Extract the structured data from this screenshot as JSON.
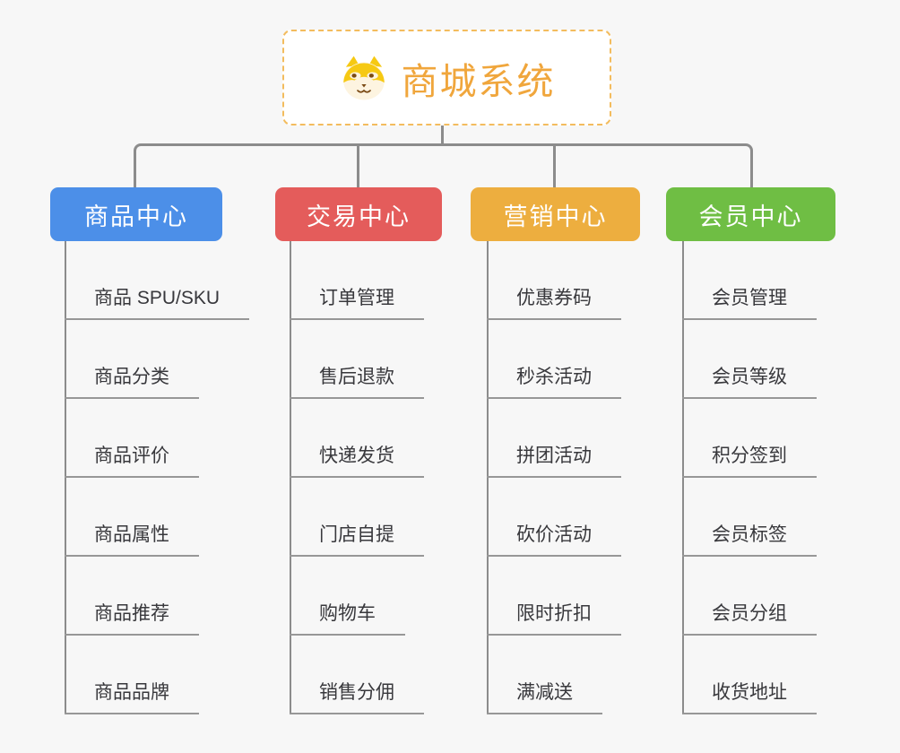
{
  "page": {
    "background": "#f7f7f7",
    "connector_color": "#8c8c8c"
  },
  "root": {
    "title": "商城系统",
    "icon": "shiba-dog-icon",
    "text_color": "#f0a63c",
    "border_color": "#f3bc5e"
  },
  "branches": [
    {
      "label": "商品中心",
      "color": "#4c8fe8",
      "children": [
        "商品 SPU/SKU",
        "商品分类",
        "商品评价",
        "商品属性",
        "商品推荐",
        "商品品牌"
      ]
    },
    {
      "label": "交易中心",
      "color": "#e45c5b",
      "children": [
        "订单管理",
        "售后退款",
        "快递发货",
        "门店自提",
        "购物车",
        "销售分佣"
      ]
    },
    {
      "label": "营销中心",
      "color": "#edae3f",
      "children": [
        "优惠券码",
        "秒杀活动",
        "拼团活动",
        "砍价活动",
        "限时折扣",
        "满减送"
      ]
    },
    {
      "label": "会员中心",
      "color": "#6fbe44",
      "children": [
        "会员管理",
        "会员等级",
        "积分签到",
        "会员标签",
        "会员分组",
        "收货地址"
      ]
    }
  ]
}
